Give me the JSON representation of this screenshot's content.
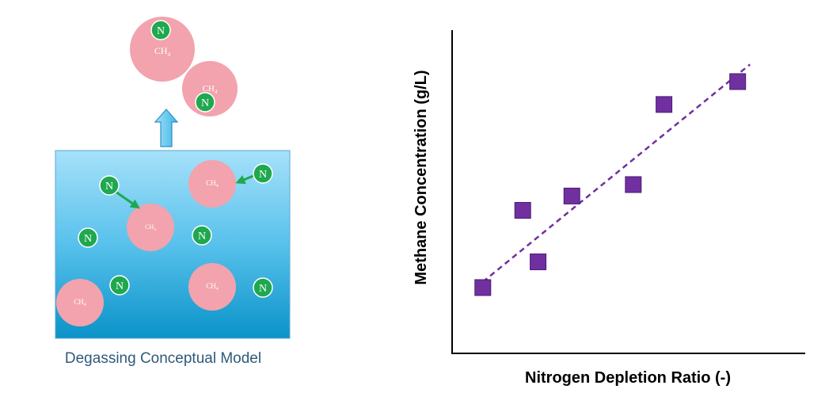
{
  "diagram": {
    "caption": "Degassing Conceptual Model",
    "methane_label": "CH",
    "methane_subscript": "4",
    "nitrogen_label": "N",
    "colors": {
      "tank_top": "#a6e1fa",
      "tank_bottom": "#0a93c8",
      "bubble": "#f2a3ad",
      "nitrogen": "#1fa84f",
      "arrow": "#6cc9ee",
      "caption": "#2f5a7a"
    }
  },
  "chart_data": {
    "type": "scatter",
    "xlabel": "Nitrogen Depletion Ratio (-)",
    "ylabel": "Methane Concentration (g/L)",
    "marker_color": "#7030a0",
    "trendline": "linear, dashed",
    "points": [
      {
        "x": 1.0,
        "y": 2.3
      },
      {
        "x": 2.3,
        "y": 5.0
      },
      {
        "x": 2.8,
        "y": 3.2
      },
      {
        "x": 3.9,
        "y": 5.5
      },
      {
        "x": 5.9,
        "y": 5.9
      },
      {
        "x": 6.9,
        "y": 8.7
      },
      {
        "x": 9.3,
        "y": 9.5
      }
    ],
    "trend": {
      "x": [
        1.0,
        9.7
      ],
      "y": [
        2.5,
        10.1
      ]
    },
    "xlim": [
      0,
      11.5
    ],
    "ylim": [
      0,
      11.3
    ]
  }
}
